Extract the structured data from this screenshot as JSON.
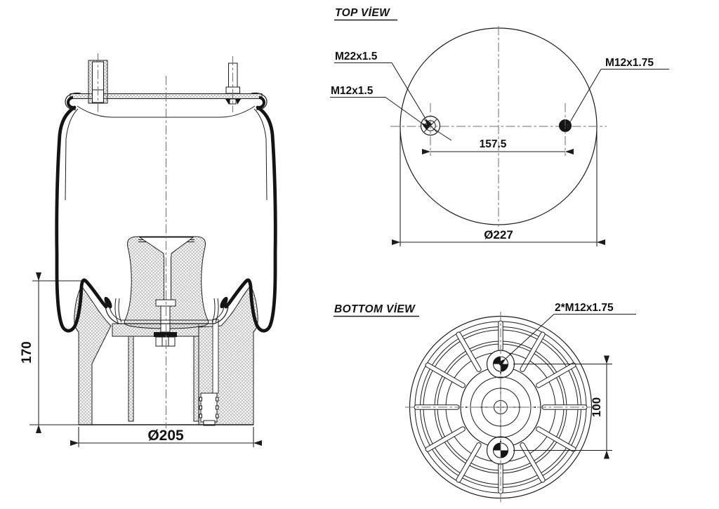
{
  "side_view": {
    "height_dim": "170",
    "base_diameter_dim": "Ø205"
  },
  "top_view": {
    "title": "TOP VİEW",
    "air_fitting_thread": "M22x1.5",
    "inner_thread": "M12x1.5",
    "stud_thread": "M12x1.75",
    "hole_spacing_dim": "157.5",
    "diameter_dim": "Ø227"
  },
  "bottom_view": {
    "title": "BOTTOM VİEW",
    "holes_thread": "2*M12x1.75",
    "hole_spacing_dim": "100"
  },
  "colors": {
    "line": "#1c1c1c",
    "centerline": "#6e6e6e",
    "background": "#ffffff",
    "hatch": "#909090"
  }
}
